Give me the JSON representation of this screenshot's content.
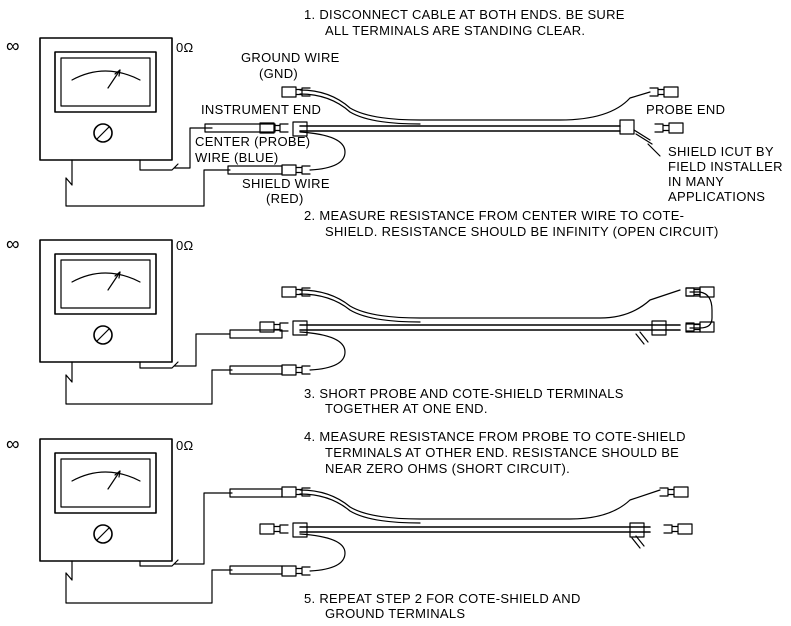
{
  "steps": {
    "step1_l1": "1. DISCONNECT CABLE AT BOTH ENDS. BE SURE",
    "step1_l2": "ALL TERMINALS ARE STANDING CLEAR.",
    "step2_l1": "2. MEASURE RESISTANCE FROM CENTER WIRE TO COTE-",
    "step2_l2": "SHIELD. RESISTANCE SHOULD BE INFINITY (OPEN CIRCUIT)",
    "step3_l1": "3. SHORT PROBE AND COTE-SHIELD TERMINALS",
    "step3_l2": "TOGETHER AT ONE END.",
    "step4_l1": "4. MEASURE RESISTANCE FROM PROBE TO COTE-SHIELD",
    "step4_l2": "TERMINALS AT OTHER END. RESISTANCE SHOULD BE",
    "step4_l3": "NEAR ZERO OHMS (SHORT CIRCUIT).",
    "step5_l1": "5. REPEAT STEP 2 FOR COTE-SHIELD AND",
    "step5_l2": "GROUND TERMINALS"
  },
  "labels": {
    "ground_wire_l1": "GROUND WIRE",
    "ground_wire_l2": "(GND)",
    "instrument_end": "INSTRUMENT END",
    "center_l1": "CENTER (PROBE)",
    "center_l2": "WIRE (BLUE)",
    "shield_wire_l1": "SHIELD WIRE",
    "shield_wire_l2": "(RED)",
    "probe_end": "PROBE END",
    "shield_cut_l1": "SHIELD ICUT BY",
    "shield_cut_l2": "FIELD INSTALLER",
    "shield_cut_l3": "IN MANY",
    "shield_cut_l4": "APPLICATIONS"
  },
  "meter": {
    "infinity": "∞",
    "zero_ohm": "0Ω"
  }
}
